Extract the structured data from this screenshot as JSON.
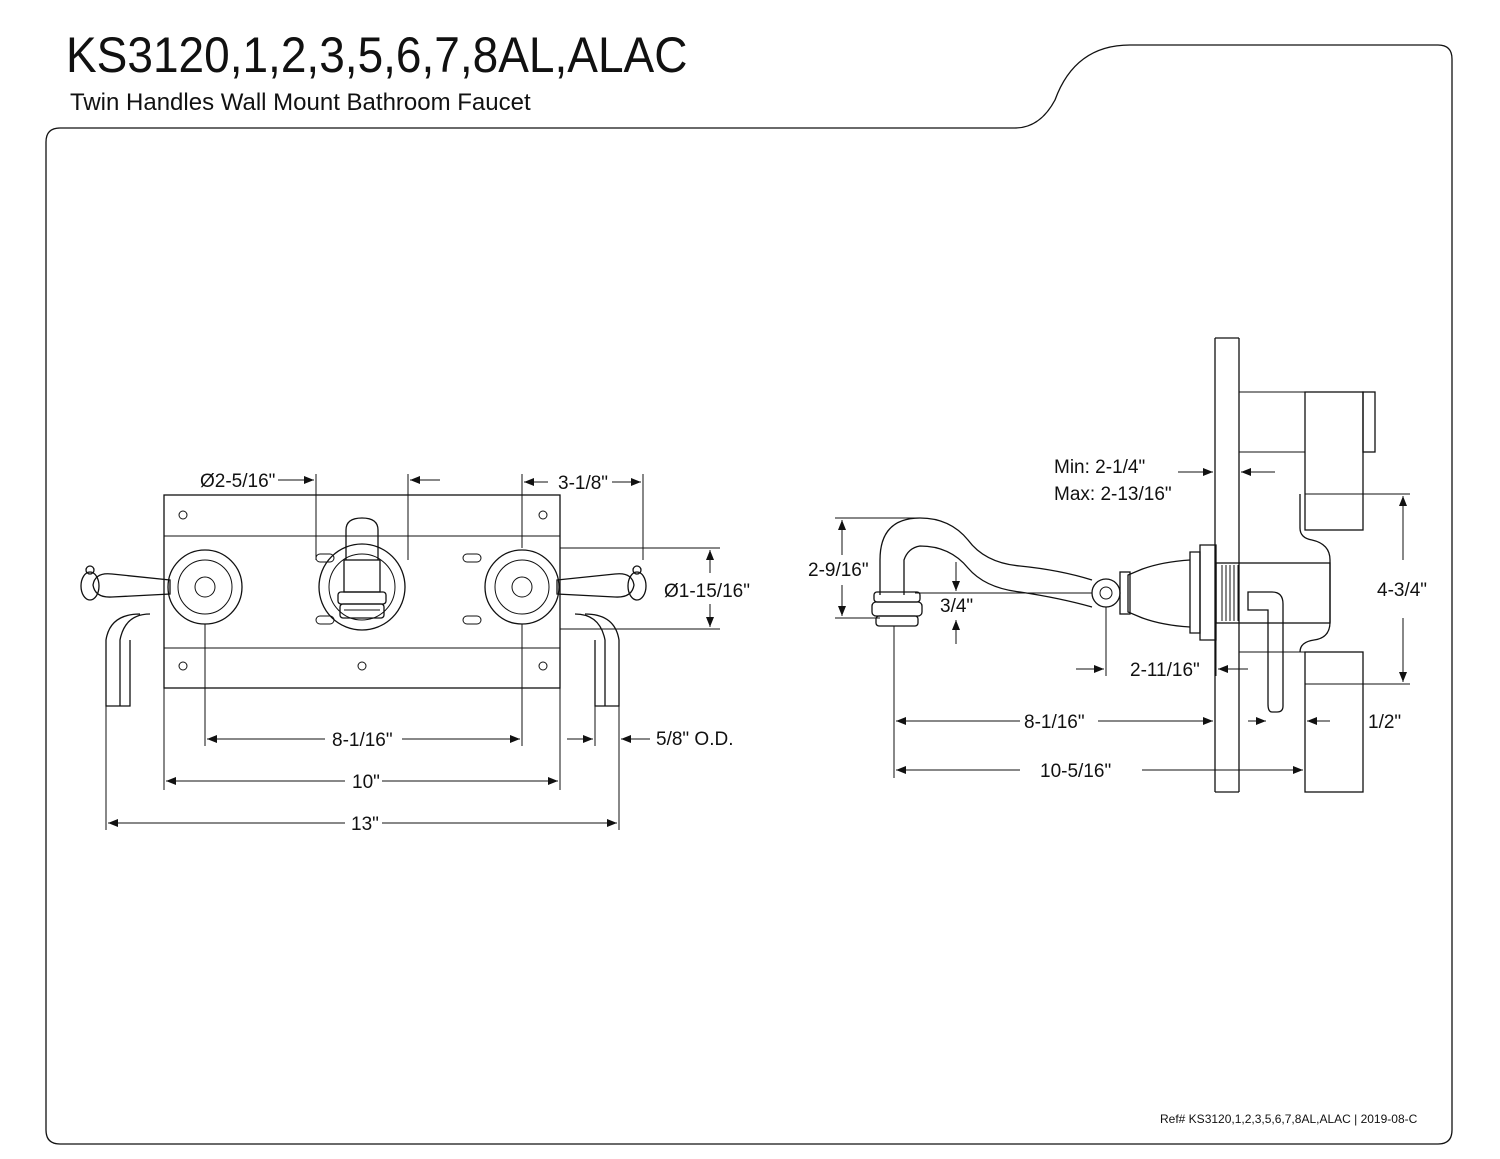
{
  "title": "KS3120,1,2,3,5,6,7,8AL,ALAC",
  "subtitle": "Twin Handles Wall Mount Bathroom Faucet",
  "reference": "Ref# KS3120,1,2,3,5,6,7,8AL,ALAC | 2019-08-C",
  "front_view": {
    "dims": {
      "escutcheon_dia": "Ø2-5/16\"",
      "handle_offset": "3-1/8\"",
      "spout_dia": "Ø1-15/16\"",
      "center_spread": "8-1/16\"",
      "tube_od": "5/8\" O.D.",
      "plate_width": "10\"",
      "overall_width": "13\""
    }
  },
  "side_view": {
    "dims": {
      "wall_thickness": "Min: 2-1/4\"",
      "wall_thickness_max": "Max: 2-13/16\"",
      "spout_height": "2-9/16\"",
      "outlet_height": "3/4\"",
      "valve_height": "4-3/4\"",
      "flange_depth": "2-11/16\"",
      "spout_reach": "8-1/16\"",
      "overall_reach": "10-5/16\"",
      "inlet_size": "1/2\""
    }
  }
}
